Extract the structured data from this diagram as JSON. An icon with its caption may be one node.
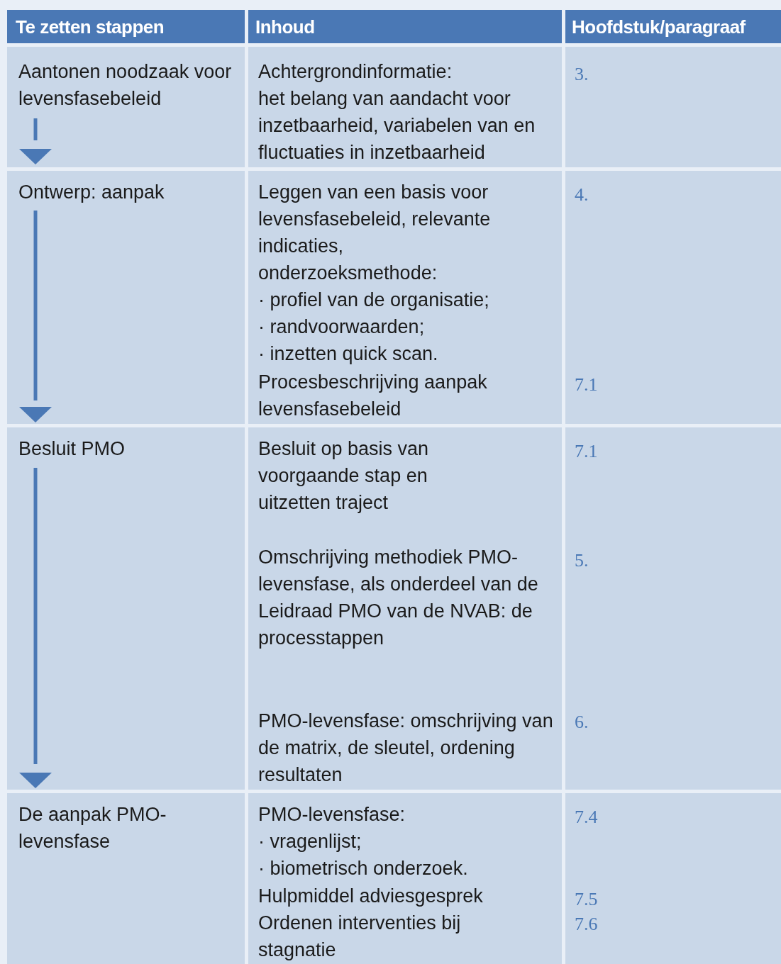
{
  "diagram": {
    "labels": [
      "Te zetten stappen",
      "Inhoud",
      "Hoofdstuk/paragraaf",
      "Aantonen noodzaak voor levensfasebeleid",
      "Achtergrondinformatie:",
      "het belang van aandacht voor inzetbaarheid, variabelen van en fluctuaties in inzetbaarheid",
      "3.",
      "Ontwerp: aanpak",
      "Leggen van een basis voor levensfasebeleid, relevante indicaties, onderzoeksmethode:",
      "· profiel van de organisatie;",
      "· randvoorwaarden;",
      "· inzetten quick scan.",
      "Procesbeschrijving aanpak levensfasebeleid",
      "4.",
      "7.1",
      "Besluit PMO",
      "Besluit op basis van voorgaande stap en uitzetten traject",
      "Omschrijving methodiek PMO-levensfase, als onderdeel van de Leidraad PMO van de NVAB: de processtappen",
      "PMO-levensfase: omschrijving van de matrix, de sleutel, ordening resultaten",
      "7.1",
      "5.",
      "6.",
      "De aanpak PMO-levensfase",
      "PMO-levensfase:",
      "· vragenlijst;",
      "· biometrisch onderzoek.",
      "Hulpmiddel adviesgesprek",
      "Ordenen interventies bij stagnatie",
      "7.4",
      "7.5",
      "7.6"
    ]
  }
}
